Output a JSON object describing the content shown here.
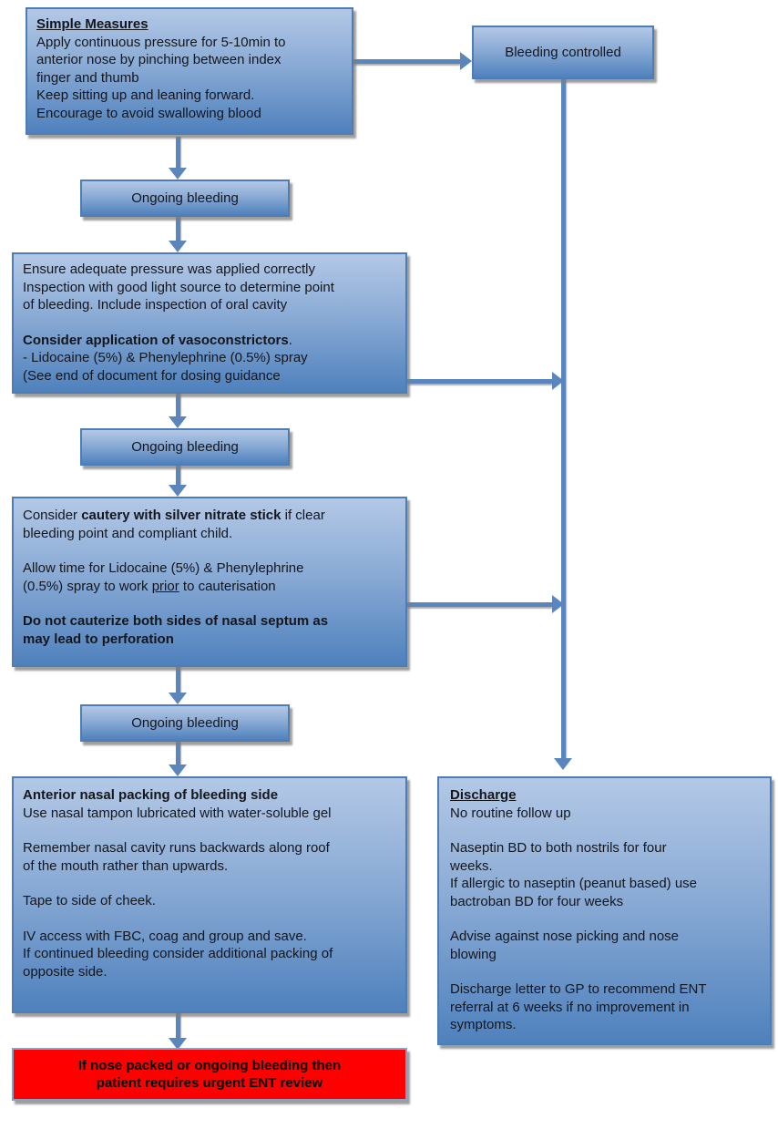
{
  "colors": {
    "box_fill_top": "#b3c8e6",
    "box_fill_bottom": "#4f81bd",
    "box_border": "#4e7cb5",
    "connector": "#5b86bd",
    "warning_bg": "#fe0000",
    "text": "#14161c"
  },
  "nodes": {
    "simple_measures": {
      "title": "Simple Measures",
      "lines": [
        "Apply continuous pressure for 5-10min to",
        "anterior nose by pinching between index",
        "finger and thumb",
        "Keep sitting up and leaning forward.",
        "Encourage to avoid swallowing blood"
      ]
    },
    "bleeding_controlled": {
      "label": "Bleeding controlled"
    },
    "ongoing_bleeding": {
      "label": "Ongoing bleeding"
    },
    "assess": {
      "lines": [
        "Ensure adequate pressure was applied correctly",
        "Inspection with good light source to determine point",
        "of bleeding.  Include inspection of oral cavity"
      ],
      "vaso_bold": "Consider application of vasoconstrictors",
      "vaso_tail": ".",
      "vaso_lines": [
        "- Lidocaine (5%) & Phenylephrine (0.5%) spray",
        "(See end of document for dosing guidance"
      ]
    },
    "cautery": {
      "l1_pre": "Consider ",
      "l1_bold": "cautery with silver nitrate stick",
      "l1_post": " if clear",
      "l2": "bleeding point and compliant child.",
      "l3": "Allow time for Lidocaine (5%) & Phenylephrine",
      "l4_pre": "(0.5%) spray to work ",
      "l4_underline": "prior",
      "l4_post": " to cauterisation",
      "l5_bold": "Do not cauterize both sides of nasal septum as",
      "l6_bold": "may lead to perforation"
    },
    "packing": {
      "title": "Anterior nasal packing of bleeding side",
      "l2": "Use nasal tampon lubricated with water-soluble gel",
      "l3": "Remember nasal cavity runs backwards along roof",
      "l4": "of the mouth rather than upwards.",
      "l5": "Tape to side of cheek.",
      "l6": "IV access with FBC, coag and group and save.",
      "l7": "If continued bleeding consider additional packing of",
      "l8": "opposite side."
    },
    "discharge": {
      "title": "Discharge",
      "l2": "No routine follow up",
      "l3": "Naseptin BD to both nostrils for four",
      "l4": "weeks.",
      "l5": "If allergic to naseptin (peanut based) use",
      "l6": "bactroban BD for four weeks",
      "l7": "Advise against nose picking and nose",
      "l8": "blowing",
      "l9": "Discharge letter to GP to recommend ENT",
      "l10": "referral at 6 weeks if no improvement in",
      "l11": "symptoms."
    },
    "warning": {
      "line1": "If nose packed or ongoing bleeding then",
      "line2": "patient requires urgent ENT review"
    }
  }
}
